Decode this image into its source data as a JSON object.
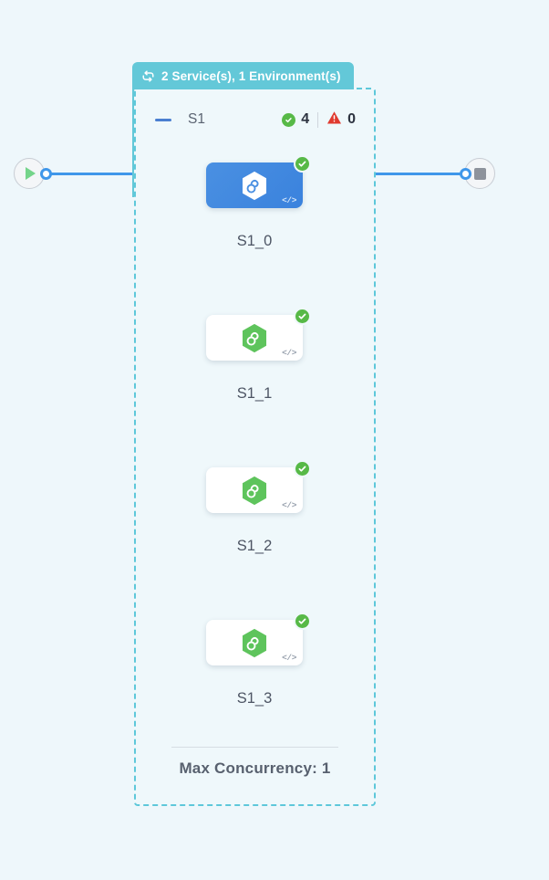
{
  "group": {
    "header": {
      "icon": "loop-repeat-icon",
      "label": "2 Service(s), 1 Environment(s)",
      "background_color": "#63c8d8",
      "text_color": "#ffffff"
    },
    "border_color": "#5ec8da",
    "service": {
      "collapse_icon": "minus-icon",
      "name": "S1",
      "counters": [
        {
          "icon": "check-circle-icon",
          "value": "4",
          "color": "#57b947"
        },
        {
          "icon": "warning-triangle-icon",
          "value": "0",
          "color": "#e03a2f"
        }
      ]
    },
    "footer": {
      "max_concurrency_label": "Max Concurrency: 1"
    }
  },
  "nodes": [
    {
      "id": "node-0",
      "label": "S1_0",
      "state": "selected",
      "hex_color": "#ffffff",
      "badge": "check-circle-icon",
      "code_icon": "</>"
    },
    {
      "id": "node-1",
      "label": "S1_1",
      "state": "plain",
      "hex_color": "#5ec45c",
      "badge": "check-circle-icon",
      "code_icon": "</>"
    },
    {
      "id": "node-2",
      "label": "S1_2",
      "state": "plain",
      "hex_color": "#5ec45c",
      "badge": "check-circle-icon",
      "code_icon": "</>"
    },
    {
      "id": "node-3",
      "label": "S1_3",
      "state": "plain",
      "hex_color": "#5ec45c",
      "badge": "check-circle-icon",
      "code_icon": "</>"
    }
  ],
  "terminals": {
    "start": {
      "icon": "play-icon",
      "color": "#74d48a"
    },
    "end": {
      "icon": "stop-icon",
      "color": "#8e939c"
    }
  },
  "canvas": {
    "background_color": "#eef7fb",
    "edge_color": "#3f97ea"
  }
}
